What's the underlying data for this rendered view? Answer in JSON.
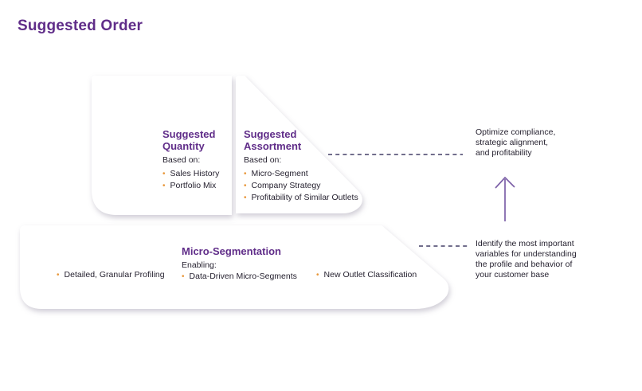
{
  "title": "Suggested Order",
  "colors": {
    "heading_purple": "#602d89",
    "body_text": "#262230",
    "bullet_orange": "#e8983c",
    "connector_navy": "#433e66",
    "arrow_purple": "#7d61a8",
    "card_fill": "#ffffff"
  },
  "glyphs": {
    "bullet": "•"
  },
  "cards": {
    "suggested_quantity": {
      "title": "Suggested Quantity",
      "lead": "Based on:",
      "items": [
        "Sales History",
        "Portfolio Mix"
      ]
    },
    "suggested_assortment": {
      "title": "Suggested Assortment",
      "lead": "Based on:",
      "items": [
        "Micro-Segment",
        "Company Strategy",
        "Profitability of Similar Outlets"
      ]
    },
    "micro_segmentation": {
      "title": "Micro-Segmentation",
      "lead": "Enabling:",
      "items": [
        "Detailed, Granular Profiling",
        "Data-Driven Micro-Segments",
        "New Outlet Classification"
      ]
    }
  },
  "annotations": {
    "assortment_note": {
      "lines": [
        "Optimize compliance,",
        "strategic alignment,",
        "and profitability"
      ]
    },
    "segmentation_note": {
      "lines": [
        "Identify the most important",
        "variables for understanding",
        "the profile and behavior of",
        "your customer base"
      ]
    }
  }
}
